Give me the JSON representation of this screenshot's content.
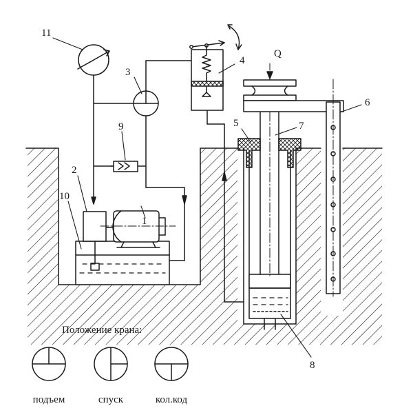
{
  "labels": {
    "n1": "1",
    "n2": "2",
    "n3": "3",
    "n4": "4",
    "n5": "5",
    "n6": "6",
    "n7": "7",
    "n8": "8",
    "n9": "9",
    "n10": "10",
    "n11": "11",
    "flow": "Q"
  },
  "valve_positions": {
    "title": "Положение крана:",
    "lift": "подъем",
    "lower": "спуск",
    "stroke": "кол.код"
  },
  "colors": {
    "ink": "#1a1a1a",
    "paper": "#ffffff"
  }
}
